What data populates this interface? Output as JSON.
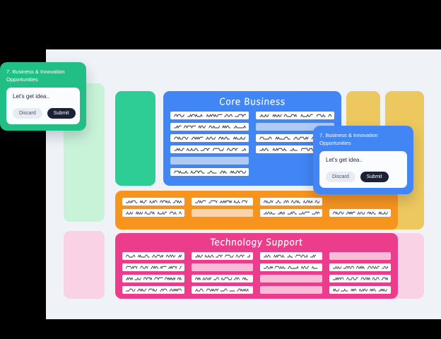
{
  "theme": {
    "background": "#000000",
    "canvas_bg": "#eff2f7",
    "blue": "#4285f4",
    "orange": "#f7941e",
    "pink": "#ec3d8c",
    "green": "#2ecd96",
    "pale_green": "#c9f3d9",
    "pale_pink": "#fad2e6",
    "gold": "#ecc85e",
    "submit_bg": "#1b2237",
    "discard_bg": "#e7ebf2"
  },
  "board": {
    "sections": [
      {
        "id": "core-business",
        "title": "Core Business",
        "color": "#4285f4",
        "columns": 2,
        "cards": [
          {
            "highlighted": false
          },
          {
            "highlighted": false
          },
          {
            "highlighted": false
          },
          {
            "highlighted": true
          },
          {
            "highlighted": false
          },
          {
            "highlighted": false
          },
          {
            "highlighted": false
          },
          {
            "highlighted": false
          },
          {
            "highlighted": true
          },
          {
            "highlighted": false,
            "empty": true
          },
          {
            "highlighted": false
          },
          {
            "highlighted": false,
            "empty": true
          }
        ]
      },
      {
        "id": "operations",
        "title": "",
        "color": "#f7941e",
        "columns": 4,
        "cards": [
          {
            "highlighted": false
          },
          {
            "highlighted": false
          },
          {
            "highlighted": false
          },
          {
            "highlighted": false,
            "empty": true
          },
          {
            "highlighted": false
          },
          {
            "highlighted": true
          },
          {
            "highlighted": false
          },
          {
            "highlighted": false
          }
        ]
      },
      {
        "id": "technology-support",
        "title": "Technology Support",
        "color": "#ec3d8c",
        "columns": 4,
        "cards": [
          {
            "highlighted": false
          },
          {
            "highlighted": false
          },
          {
            "highlighted": false
          },
          {
            "highlighted": true
          },
          {
            "highlighted": false
          },
          {
            "highlighted": true
          },
          {
            "highlighted": false
          },
          {
            "highlighted": false
          },
          {
            "highlighted": false
          },
          {
            "highlighted": false
          },
          {
            "highlighted": true
          },
          {
            "highlighted": false
          },
          {
            "highlighted": false
          },
          {
            "highlighted": false
          },
          {
            "highlighted": true
          },
          {
            "highlighted": false
          }
        ]
      }
    ],
    "placeholder_columns": [
      {
        "id": "pale-green-column",
        "color": "#c9f3d9"
      },
      {
        "id": "pale-pink-column",
        "color": "#fad2e6"
      },
      {
        "id": "green-block",
        "color": "#2ecd96"
      },
      {
        "id": "gold-column-a",
        "color": "#ecc85e"
      },
      {
        "id": "gold-column-b",
        "color": "#ecc85e"
      },
      {
        "id": "pale-pink-column-right",
        "color": "#fad2e6"
      }
    ]
  },
  "popup_small": {
    "title": "7. Business & Innovation Opportunities",
    "input_value": "Let's get idea..",
    "input_placeholder": "Let's get idea..",
    "discard_label": "Discard",
    "submit_label": "Submit",
    "accent": "#21bf86"
  },
  "popup_large": {
    "title": "7. Business & Innovation Opportunities",
    "input_value": "Let's get idea..",
    "input_placeholder": "Let's get idea..",
    "discard_label": "Discard",
    "submit_label": "Submit",
    "accent": "#4285f4"
  }
}
